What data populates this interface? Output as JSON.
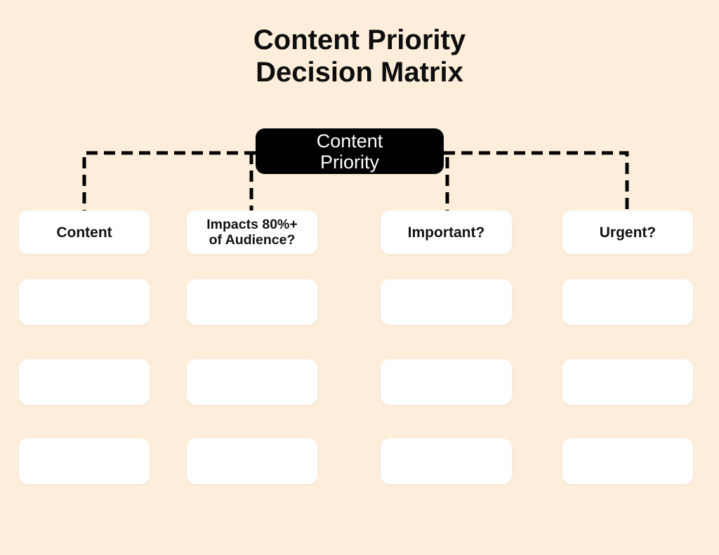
{
  "page": {
    "title_line1": "Content Priority",
    "title_line2": "Decision Matrix",
    "background_color": "#FCEEDB",
    "card_color": "#FFFFFF",
    "connector_color": "#000000"
  },
  "root_node": {
    "label_line1": "Content",
    "label_line2": "Priority",
    "background_color": "#000000",
    "text_color": "#FFFFFF"
  },
  "columns": [
    {
      "header_lines": [
        "Content"
      ]
    },
    {
      "header_lines": [
        "Impacts 80%+",
        "of Audience?"
      ]
    },
    {
      "header_lines": [
        "Important?"
      ]
    },
    {
      "header_lines": [
        "Urgent?"
      ]
    }
  ],
  "empty_rows_per_column": 3
}
